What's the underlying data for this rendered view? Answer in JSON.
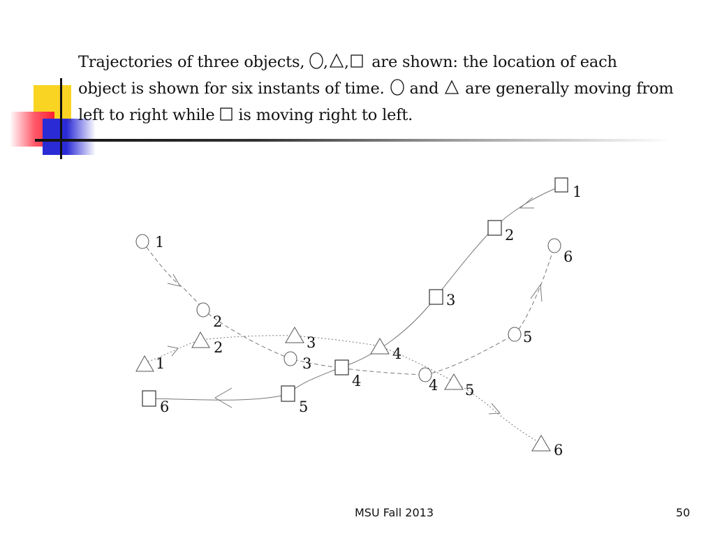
{
  "caption": {
    "line1_a": "Trajectories of three objects,",
    "line1_b": "are shown:  the location of each",
    "line2_a": "object is shown for six instants of time.",
    "line2_b": "and",
    "line2_c": "are generally moving from",
    "line3_a": "left to right while",
    "line3_b": "is moving right to left."
  },
  "diagram": {
    "circle_labels": [
      "1",
      "2",
      "3",
      "4",
      "5",
      "6"
    ],
    "triangle_labels": [
      "1",
      "2",
      "3",
      "4",
      "5",
      "6"
    ],
    "square_labels": [
      "1",
      "2",
      "3",
      "4",
      "5",
      "6"
    ]
  },
  "footer": {
    "center": "MSU Fall 2013",
    "page": "50"
  }
}
